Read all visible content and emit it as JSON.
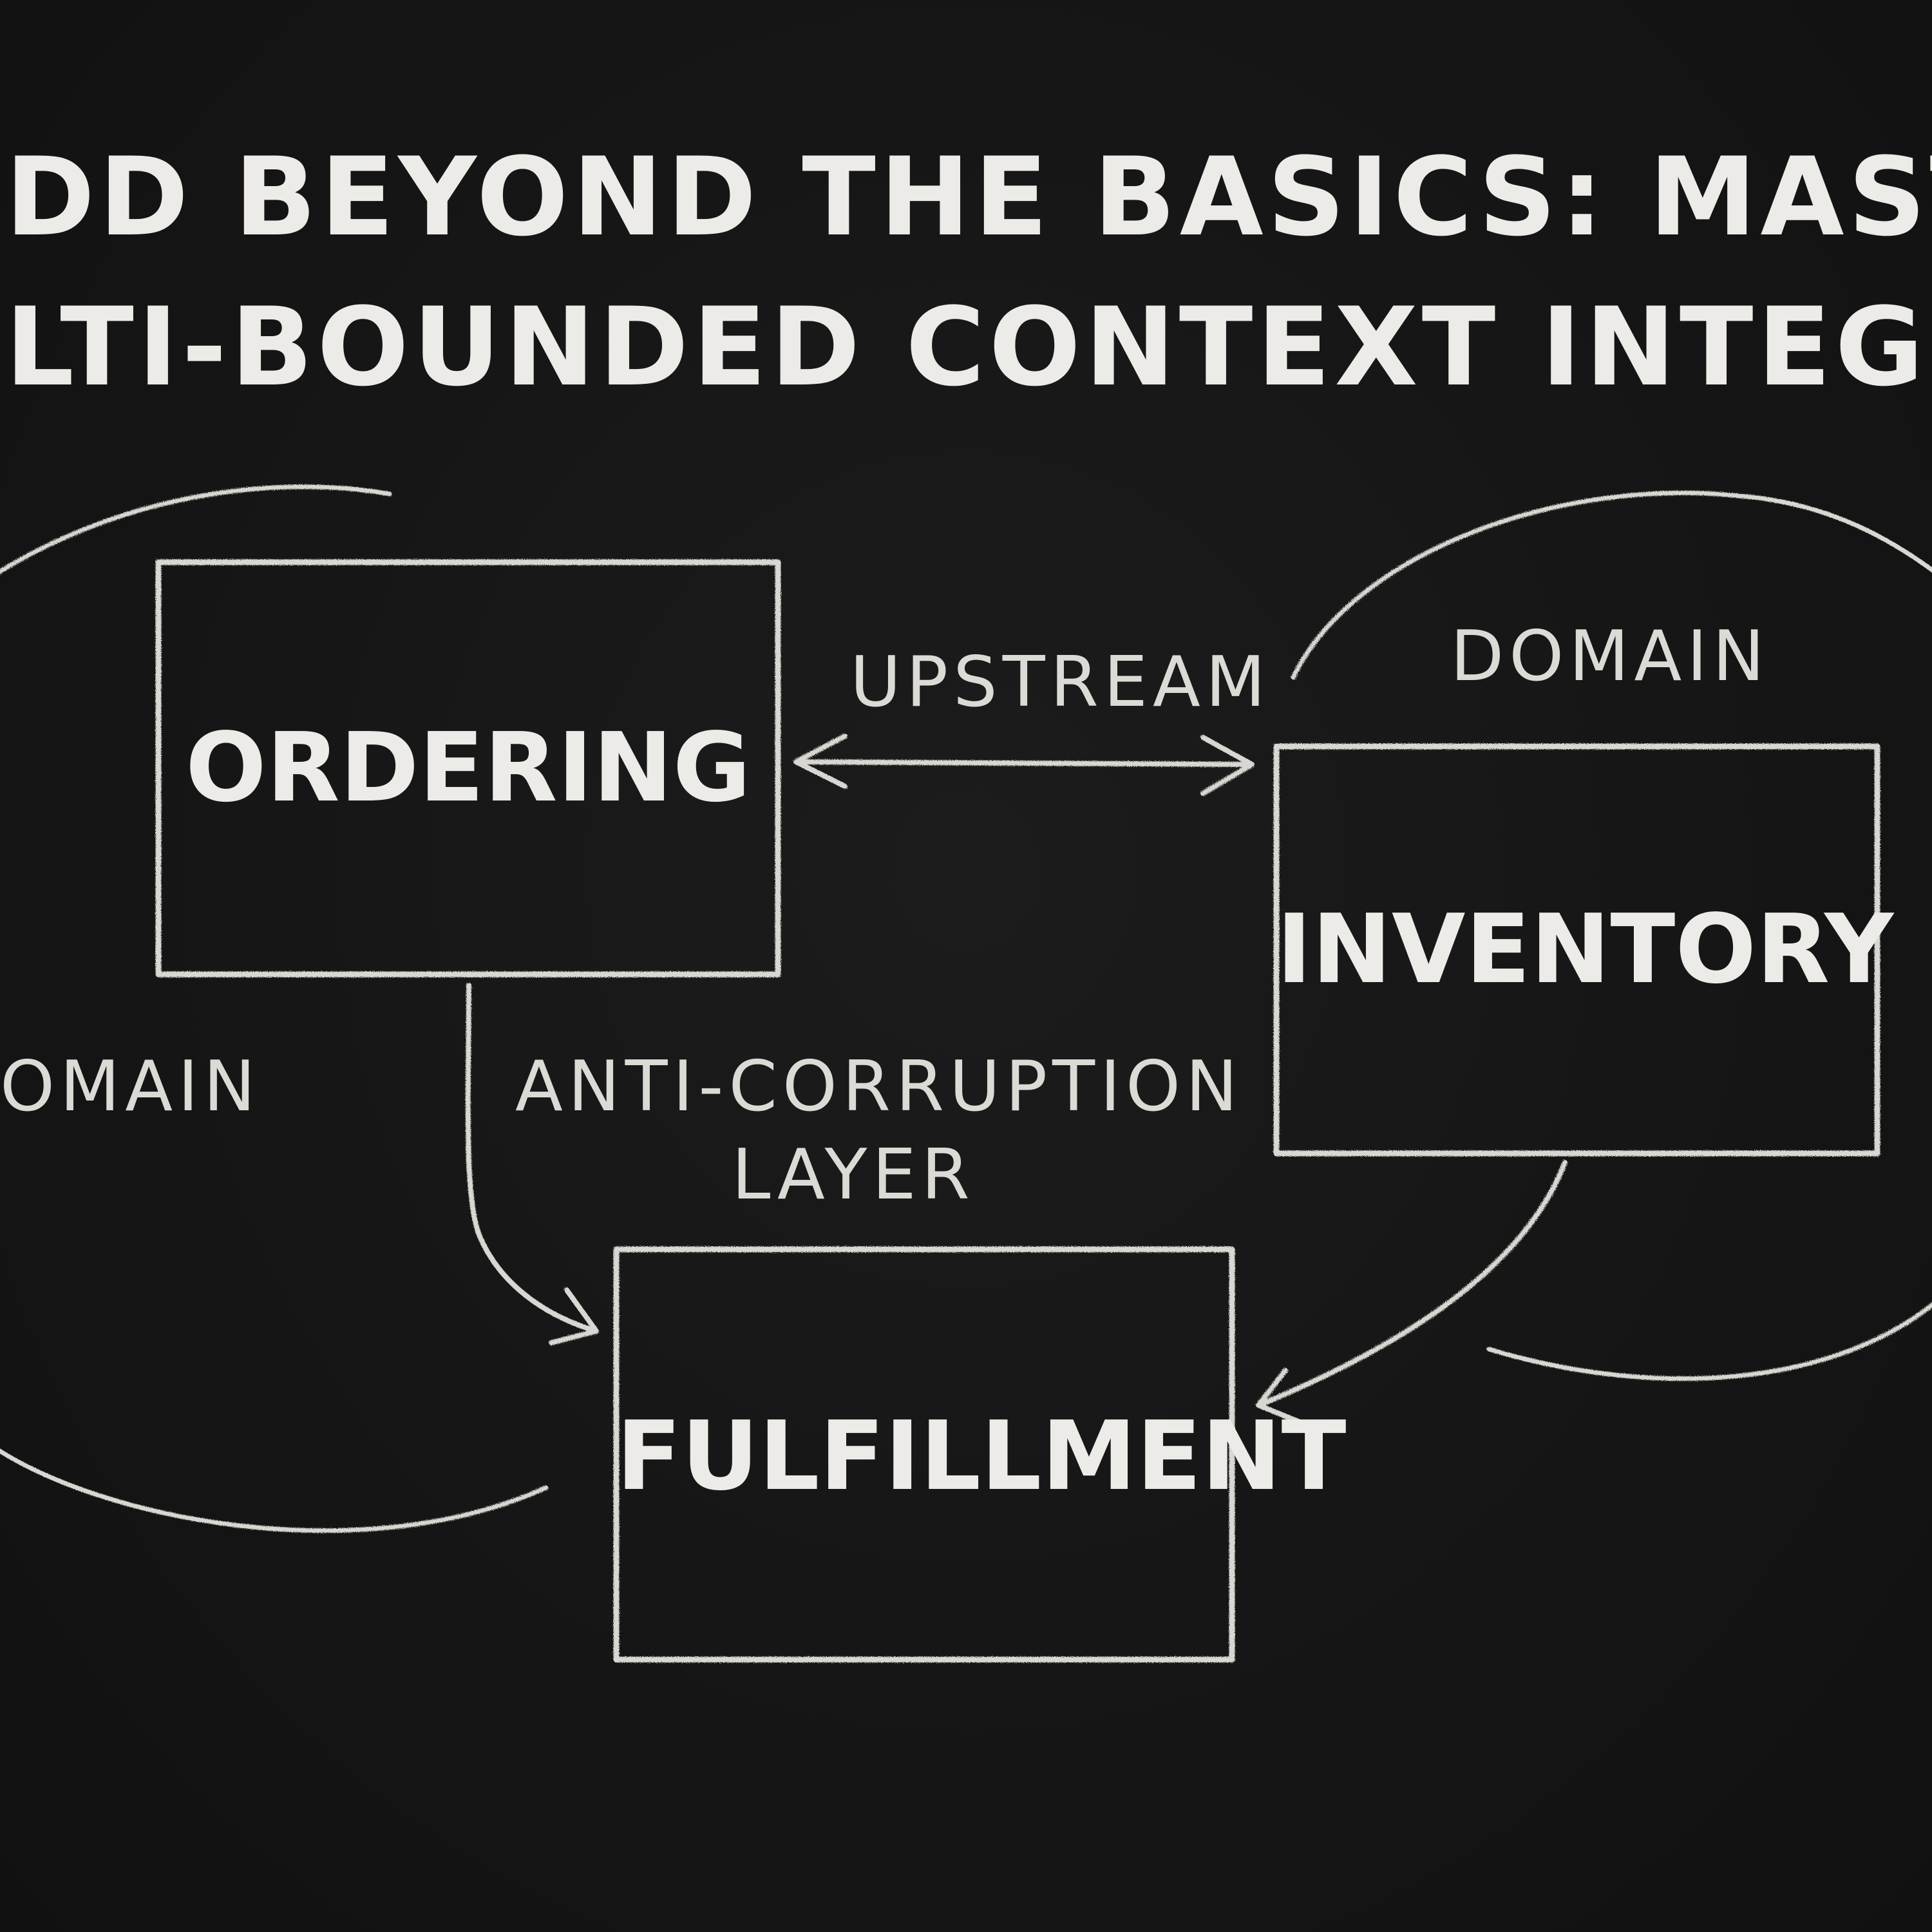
{
  "title": {
    "line1": "DD BEYOND THE BASICS: MASTERING",
    "line2": "LTI-BOUNDED CONTEXT INTEGRATIO"
  },
  "contexts": {
    "ordering": "ORDERING",
    "inventory": "INVENTORY",
    "fulfillment": "FULFILLMENT"
  },
  "relationships": {
    "upstream": "UPSTREAM",
    "anti_corruption_line1": "ANTI-CORRUPTION",
    "anti_corruption_line2": "LAYER"
  },
  "domains": {
    "left": "OMAIN",
    "right": "DOMAIN"
  },
  "colors": {
    "background": "#141414",
    "chalk": "#d9d7d2"
  }
}
